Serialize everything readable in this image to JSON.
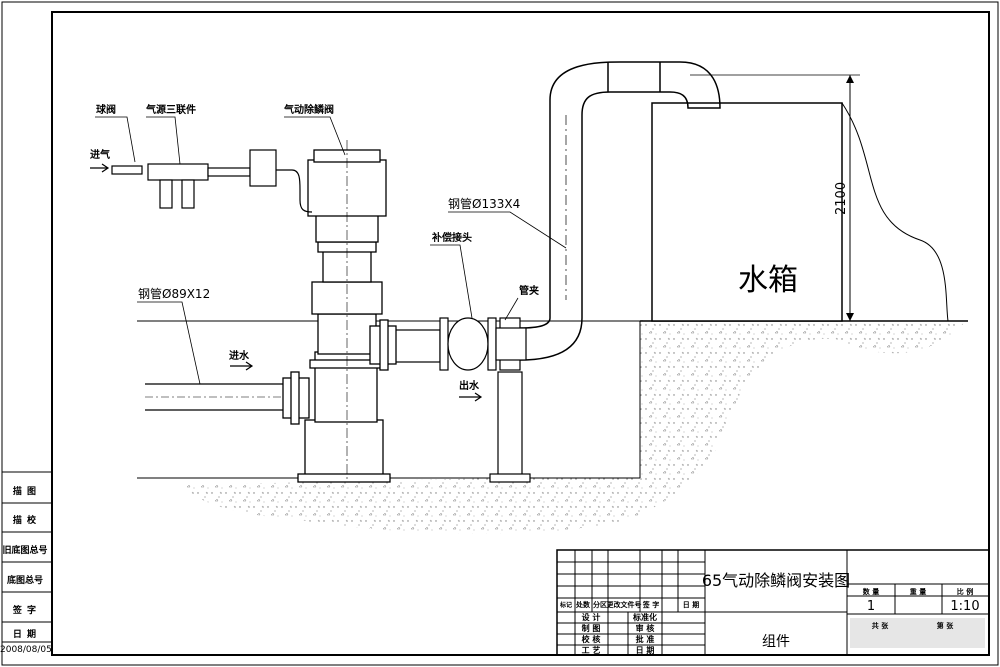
{
  "drawing": {
    "title": "65气动除鳞阀安装图",
    "assembly": "组件",
    "quantity_header": "数 量",
    "weight_header": "重 量",
    "scale_header": "比 例",
    "quantity": "1",
    "scale": "1:10",
    "total_sheets_label": "共 张",
    "sheet_label": "第 张",
    "date": "2008/08/05"
  },
  "side_panel": [
    "描 图",
    "描 校",
    "旧底图总号",
    "底图总号",
    "签 字",
    "日 期"
  ],
  "revision_headers": [
    "标记",
    "处数",
    "分区",
    "更改文件号",
    "签 字",
    "日 期"
  ],
  "signoff": {
    "left": [
      "设 计",
      "制 图",
      "校 核",
      "工 艺"
    ],
    "right": [
      "标准化",
      "审 核",
      "批 准",
      "日 期"
    ]
  },
  "labels": {
    "ball_valve": "球阀",
    "air_triple": "气源三联件",
    "pneumatic_valve": "气动除鳞阀",
    "air_in": "进气",
    "pipe_large": "钢管Ø133X4",
    "expansion_joint": "补偿接头",
    "pipe_clamp": "管夹",
    "pipe_small": "钢管Ø89X12",
    "water_in": "进水",
    "water_out": "出水",
    "tank": "水箱",
    "height_dim": "2100"
  }
}
